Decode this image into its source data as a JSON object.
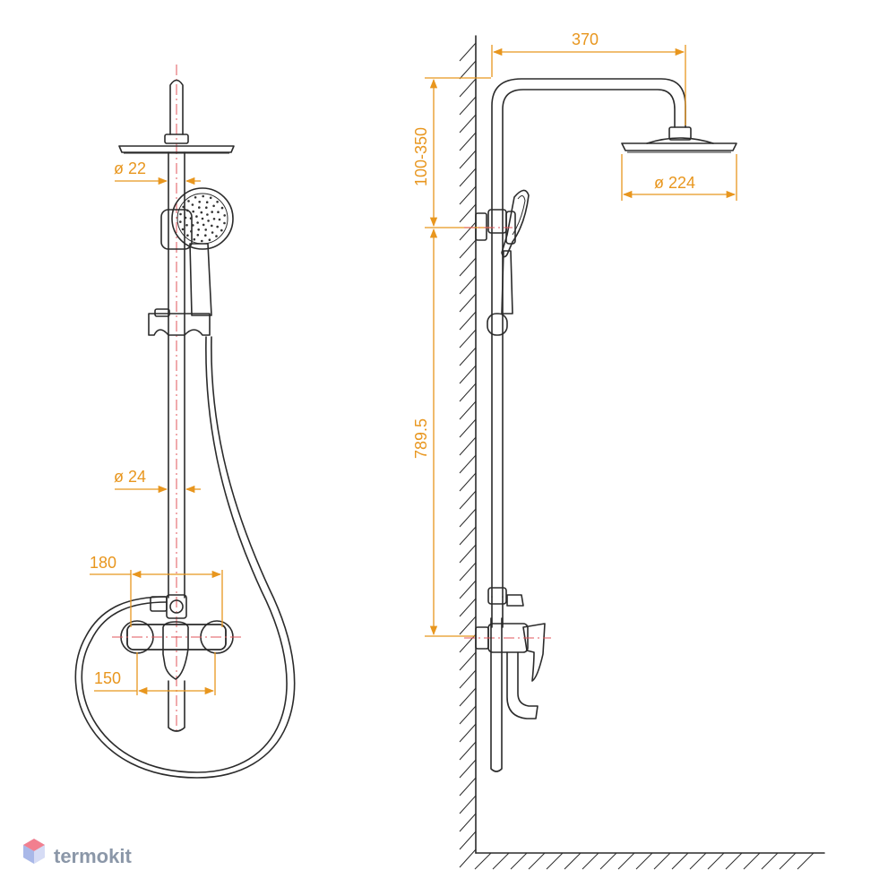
{
  "dimensions": {
    "front_top_diameter": "ø 22",
    "front_rail_diameter": "ø 24",
    "front_width_180": "180",
    "front_width_150": "150",
    "side_arm_reach": "370",
    "side_head_diameter": "ø 224",
    "side_height_adjust": "100-350",
    "side_rail_height": "789.5"
  },
  "brand": {
    "name": "termokit"
  },
  "colors": {
    "dimension": "#e8961e",
    "axis": "#e0565b",
    "outline": "#2b2b2b",
    "brand": "#8b97a8"
  }
}
